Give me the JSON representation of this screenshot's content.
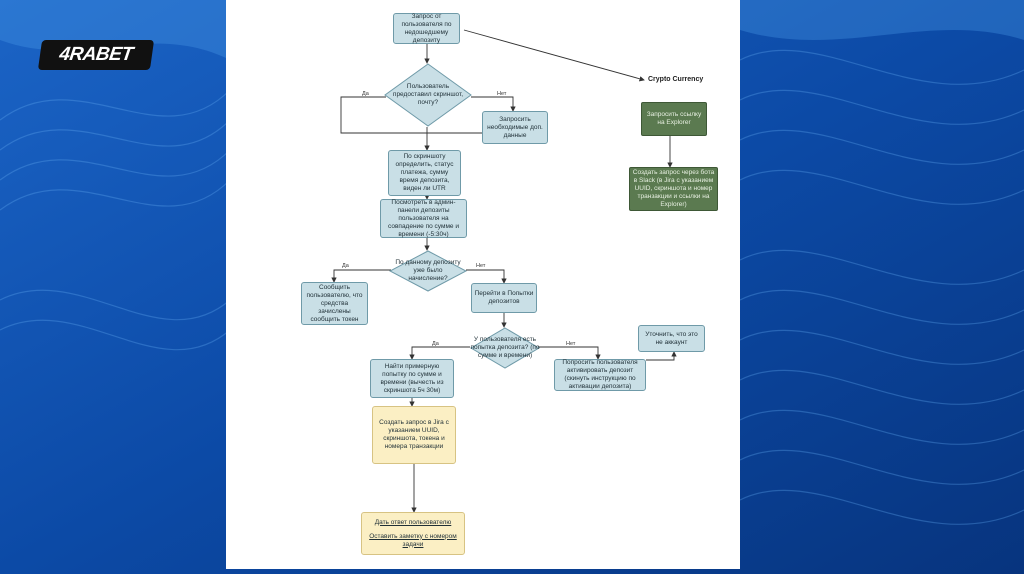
{
  "brand": {
    "logo_text": "4RABET"
  },
  "colors": {
    "bg_dark": "#0a3f8f",
    "bg_light": "#2f7fd6",
    "node_blue": "#c9dfe6",
    "node_green": "#5b7a50",
    "node_yellow": "#fbefc4"
  },
  "flow": {
    "start": "Запрос от пользователя по недошедшему депозиту",
    "q_screenshot": "Пользователь предоставил скриншот, почту?",
    "ask_data": "Запросить необходимые доп. данные",
    "identify": "По скриншоту определить, статус платежа, сумму время депозита, виден ли UTR",
    "check_admin": "Посмотреть в админ-панели депозиты пользователя на совпадение по сумме и времени (-5:30ч)",
    "q_credited": "По данному депозиту уже было начисление?",
    "inform_user": "Сообщить пользователю, что средства зачислены сообщить токен",
    "go_attempts": "Перейти в Попытки депозитов",
    "q_attempt": "У пользователя есть попытка депозита? (по сумме и времени)",
    "find_attempt": "Найти примерную попытку по сумме и времени (вычесть из скриншота 5ч 30м)",
    "ask_activate": "Попросить пользователя активировать депозит (скинуть инструкцию по активации депозита)",
    "clarify": "Уточнить, что это не аккаунт",
    "jira_request": "Создать запрос в Jira с указанием UUID, скриншота, токена и номера транзакции",
    "reply_user": "Дать ответ пользователю",
    "leave_note": "Оставить заметку с номером задачи",
    "crypto_label": "Crypto Currency",
    "crypto_explorer": "Запросить ссылку на Explorer",
    "crypto_slack": "Создать запрос через бота в Slack (в Jira с указанием UUID, скриншота и номер транзакции и ссылки на Explorer)",
    "yes": "Да",
    "no": "Нет"
  }
}
